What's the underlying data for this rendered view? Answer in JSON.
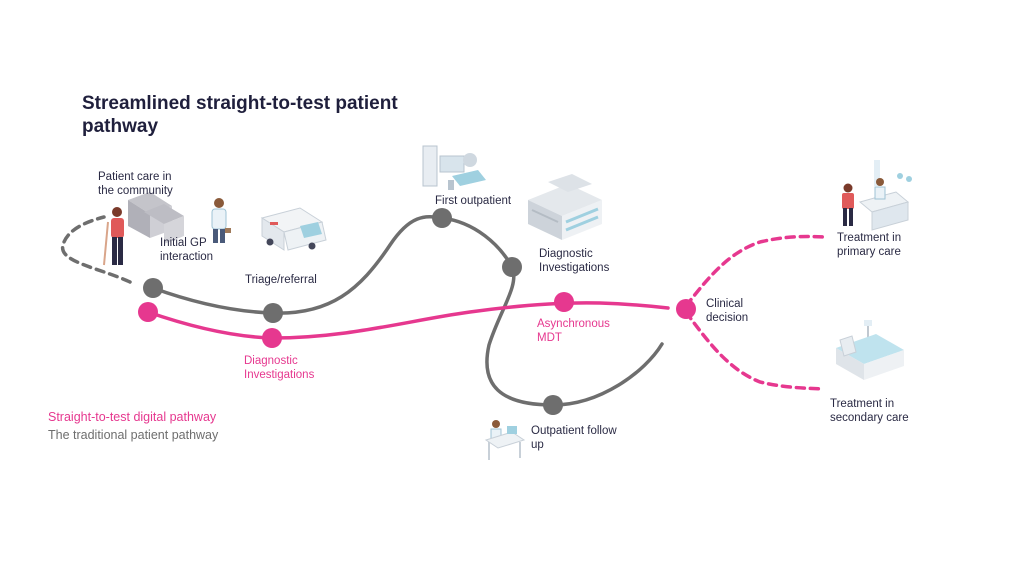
{
  "title": "Streamlined straight-to-test patient pathway",
  "labels": {
    "patient_care": [
      "Patient care in",
      "the community"
    ],
    "initial_gp": [
      "Initial GP",
      "interaction"
    ],
    "triage": [
      "Triage/referral"
    ],
    "first_outpatient": [
      "First outpatient"
    ],
    "diag_trad": [
      "Diagnostic",
      "Investigations"
    ],
    "diag_digital": [
      "Diagnostic",
      "Investigations"
    ],
    "async_mdt": [
      "Asynchronous",
      "MDT"
    ],
    "clinical_decision": [
      "Clinical",
      "decision"
    ],
    "outpatient_followup": [
      "Outpatient follow",
      "up"
    ],
    "primary_care": [
      "Treatment in",
      "primary care"
    ],
    "secondary_care": [
      "Treatment in",
      "secondary care"
    ]
  },
  "legend": {
    "digital": "Straight-to-test digital pathway",
    "traditional": "The traditional patient pathway"
  },
  "colors": {
    "digital": "#e6388f",
    "traditional": "#6e6e6e",
    "title": "#1f1f3c"
  }
}
